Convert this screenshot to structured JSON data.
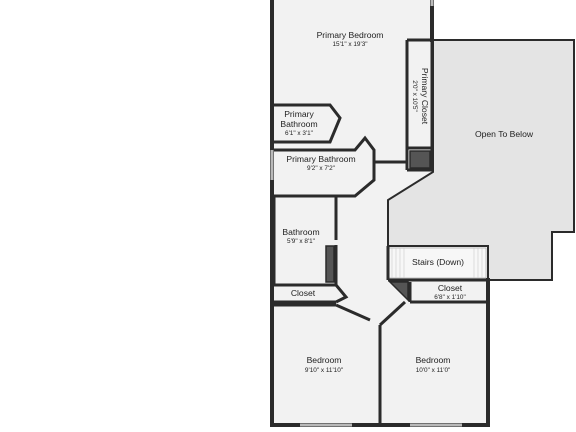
{
  "colors": {
    "wall": "#2b2b2b",
    "floor": "#f2f2f2",
    "open_area": "#e4e4e4",
    "background": "#ffffff",
    "door_opening": "#ffffff",
    "window": "#b9b9b9"
  },
  "rooms": {
    "primary_bedroom": {
      "name": "Primary Bedroom",
      "dims": "15'1\" x 19'3\""
    },
    "primary_closet": {
      "name": "Primary Closet",
      "dims": "2'0\" x 10'5\""
    },
    "open_to_below": {
      "name": "Open To Below"
    },
    "primary_bathroom_small": {
      "name_line1": "Primary",
      "name_line2": "Bathroom",
      "dims": "6'1\" x 3'1\""
    },
    "primary_bathroom": {
      "name": "Primary Bathroom",
      "dims": "9'2\" x 7'2\""
    },
    "bathroom": {
      "name": "Bathroom",
      "dims": "5'9\" x 8'1\""
    },
    "stairs": {
      "name": "Stairs (Down)"
    },
    "hall_closet": {
      "name": "Closet"
    },
    "closet_right": {
      "name": "Closet",
      "dims": "6'8\" x 1'10\""
    },
    "bedroom_left": {
      "name": "Bedroom",
      "dims": "9'10\" x 11'10\""
    },
    "bedroom_right": {
      "name": "Bedroom",
      "dims": "10'0\" x 11'0\""
    }
  }
}
